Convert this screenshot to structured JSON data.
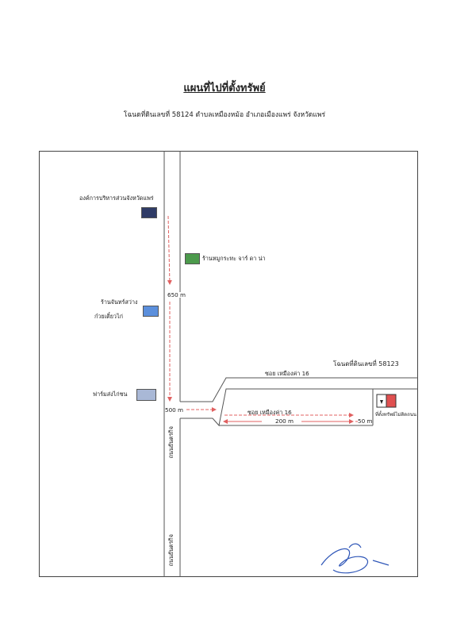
{
  "title": "แผนที่ไปที่ตั้งทรัพย์",
  "subtitle": "โฉนดที่ดินเลขที่ 58124 ตำบลเหมืองหม้อ อำเภอเมืองแพร่ จังหวัดแพร่",
  "landmarks": [
    {
      "label": "องค์การบริหารส่วนจังหวัดแพร่",
      "color": "#2f3b66"
    },
    {
      "label": "ร้านหมูกระทะ จาร์ ดา น่า",
      "color": "#4c9a4c"
    },
    {
      "label_line1": "ร้านจันทร์สว่าง",
      "label_line2": "ก๋วยเตี๋ยวไก่",
      "color": "#5b8fdc"
    },
    {
      "label": "ฟาร์มส่งไก่ชน",
      "color": "#a9b8d6"
    }
  ],
  "roads": {
    "main_road_upper": "ถนนยันตรกิจ",
    "main_road_lower": "ถนนยันตรกิจ",
    "soi_upper": "ซอย เหมืองค่า 16",
    "soi_lower": "ซอย เหมืองค่า 16"
  },
  "distances": {
    "d650": "650 m",
    "d500": "500 m",
    "d200": "200 m",
    "d50": "50 m"
  },
  "plot": {
    "neighbor_label": "โฉนดที่ดินเลขที่ 58123",
    "subject_label": "ที่ตั้งทรัพย์ไม่ติดถนน",
    "subject_color": "#e05050"
  },
  "colors": {
    "route_arrow": "#e06060",
    "road_line": "#555555"
  }
}
